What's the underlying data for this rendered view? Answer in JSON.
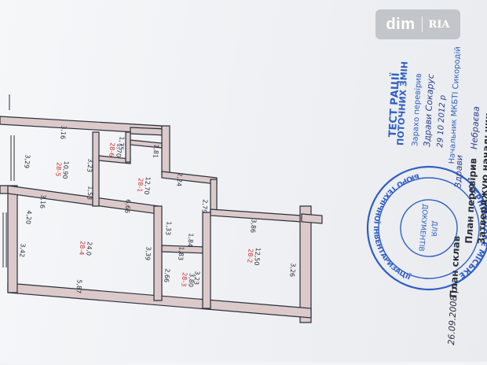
{
  "watermark": {
    "brand": "dim",
    "partner": "RIA"
  },
  "floor_plan": {
    "rooms": [
      {
        "id": "28-5",
        "area": "10,90"
      },
      {
        "id": "28-6",
        "area": "1,70"
      },
      {
        "id": "28-1",
        "area": "12,70"
      },
      {
        "id": "28-4",
        "area": "24,0"
      },
      {
        "id": "28-3",
        "area": "3,80"
      },
      {
        "id": "28-2",
        "area": "12,50"
      }
    ],
    "dimensions": [
      "3,16",
      "3,29",
      "3,23",
      "1,53",
      "3,16",
      "1,75",
      "1,81",
      "2,24",
      "6,66",
      "2,79",
      "4,20",
      "3,42",
      "3,39",
      "1,33",
      "1,84",
      "5,87",
      "1,83",
      "2,66",
      "3,23",
      "3,86",
      "3,26"
    ]
  },
  "stamp": {
    "ring_top": "ЧЕРНІВЕЦЬКЕ МІСЬКЕ",
    "ring_bottom": "БЮРО ТЕХНІЧНОЇ ІНВЕНТАРИЗАЦІЇ",
    "center": [
      "ДЛЯ",
      "ДОКУМЕНТІВ"
    ]
  },
  "annotations": {
    "header": "ПОТОЧНИХ ЗМІН",
    "header2": "ТЕСТ РАЦІЇ",
    "line1": "Зарахо перевірив",
    "line2": "Здрави Сокарус",
    "line3": "29 10 2012 р",
    "line4": "Начальник МКБТІ Сикородій",
    "plan_label": "План склав",
    "checked_label": "План перевірив",
    "approved_label": "Затверджую начальник",
    "sign1": "Здрави",
    "sign2": "Небраєва",
    "date": "26.09.2008 р."
  },
  "colors": {
    "ink": "#2a2f3a",
    "wall": "#d9c7c8",
    "stamp_blue": "#2f5fc4",
    "pen_blue": "#2b3f8f",
    "room_red": "#c9302c"
  }
}
